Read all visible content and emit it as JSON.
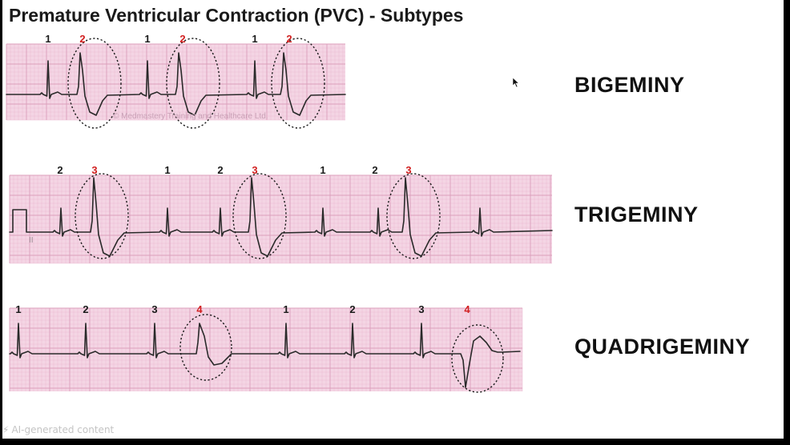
{
  "title": "Premature Ventricular Contraction (PVC) - Subtypes",
  "colors": {
    "grid_bg": "#f4d5e4",
    "grid_minor": "#ebbdd2",
    "grid_major": "#dc9fbb",
    "trace": "#2a2a2a",
    "beat_number": "#1a1a1a",
    "pvc_number": "#d11f1f",
    "circle": "#1a1a1a"
  },
  "strips": [
    {
      "label": "BIGEMINY",
      "beat_labels": [
        {
          "text": "1",
          "pvc": false
        },
        {
          "text": "2",
          "pvc": true
        },
        {
          "text": "1",
          "pvc": false
        },
        {
          "text": "2",
          "pvc": true
        },
        {
          "text": "1",
          "pvc": false
        },
        {
          "text": "2",
          "pvc": true
        }
      ],
      "watermark": "© Medmastery Training and Healthcare Ltd."
    },
    {
      "label": "TRIGEMINY",
      "beat_labels": [
        {
          "text": "2",
          "pvc": false
        },
        {
          "text": "3",
          "pvc": true
        },
        {
          "text": "1",
          "pvc": false
        },
        {
          "text": "2",
          "pvc": false
        },
        {
          "text": "3",
          "pvc": true
        },
        {
          "text": "1",
          "pvc": false
        },
        {
          "text": "2",
          "pvc": false
        },
        {
          "text": "3",
          "pvc": true
        }
      ],
      "lead_label": "II"
    },
    {
      "label": "QUADRIGEMINY",
      "beat_labels": [
        {
          "text": "1",
          "pvc": false
        },
        {
          "text": "2",
          "pvc": false
        },
        {
          "text": "3",
          "pvc": false
        },
        {
          "text": "4",
          "pvc": true
        },
        {
          "text": "1",
          "pvc": false
        },
        {
          "text": "2",
          "pvc": false
        },
        {
          "text": "3",
          "pvc": false
        },
        {
          "text": "4",
          "pvc": true
        }
      ]
    }
  ],
  "footer": {
    "ai_notice": "AI-generated content",
    "ai_icon": "bolt-icon"
  }
}
